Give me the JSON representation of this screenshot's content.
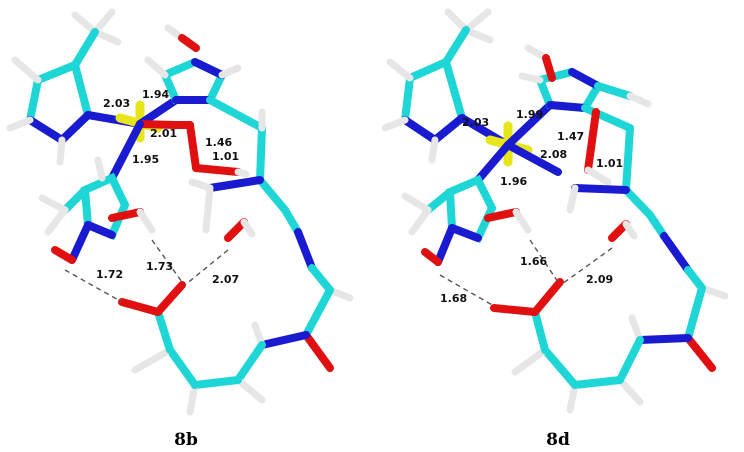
{
  "panels": [
    {
      "id": "8b",
      "label": "8b",
      "distances": [
        "2.03",
        "1.94",
        "2.01",
        "1.95",
        "1.46",
        "1.01",
        "1.72",
        "1.73",
        "2.07"
      ]
    },
    {
      "id": "8d",
      "label": "8d",
      "distances": [
        "2.03",
        "1.99",
        "1.47",
        "2.08",
        "1.01",
        "1.96",
        "1.66",
        "2.09",
        "1.68"
      ]
    }
  ],
  "colors": {
    "carbon": "#1fd6d6",
    "nitrogen": "#1a1ad0",
    "oxygen": "#e01010",
    "hydrogen": "#e6e6e6",
    "metal": "#e6e61a",
    "hbond": "#555555"
  }
}
